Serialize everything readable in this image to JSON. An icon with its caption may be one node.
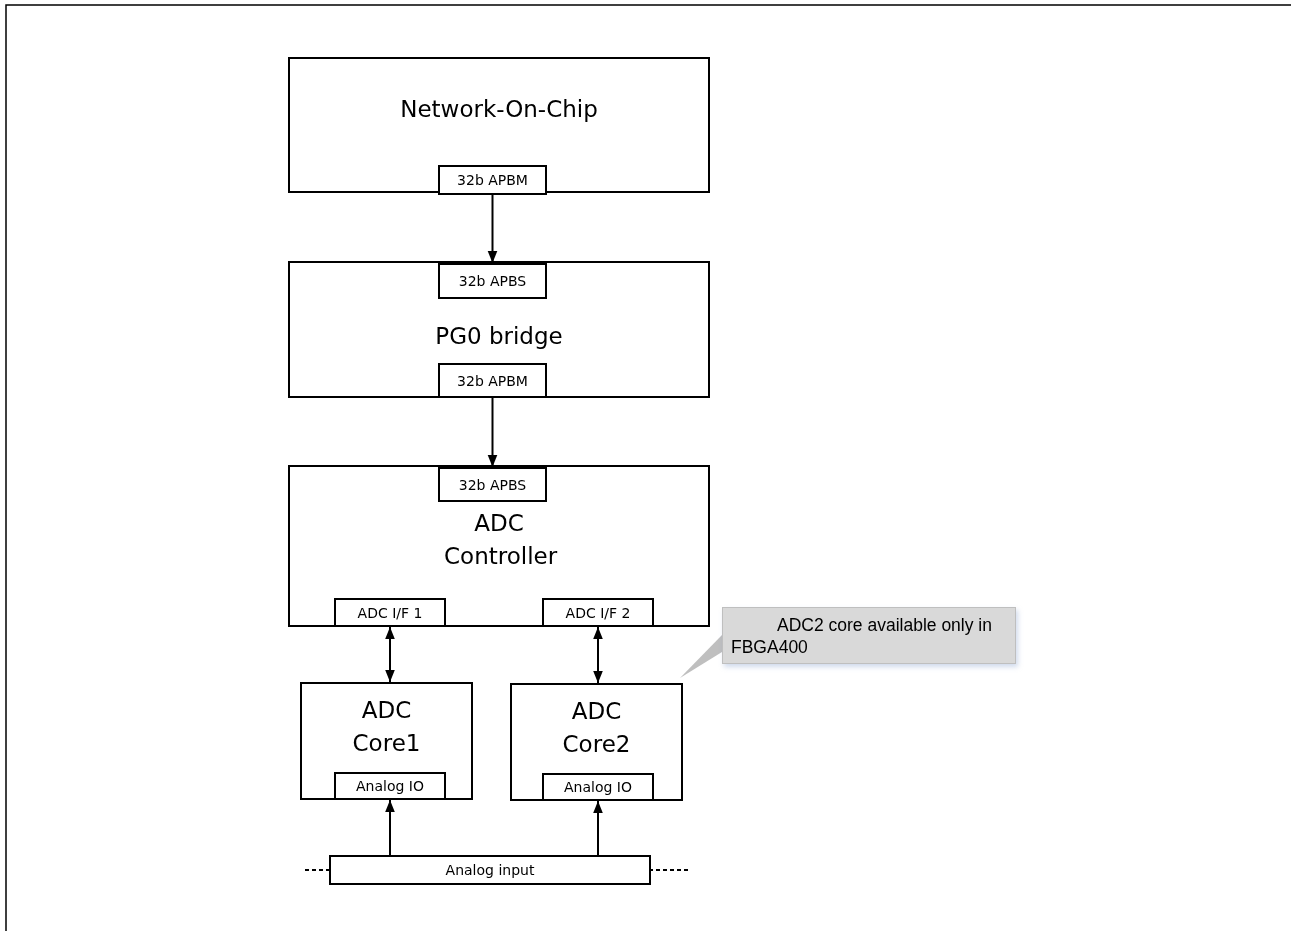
{
  "diagram": {
    "nodes": [
      {
        "text": [
          "Network-On-Chip"
        ]
      },
      {
        "text": [
          "32b APBM"
        ],
        "in": 0
      },
      {
        "text": [
          "PG0 bridge"
        ]
      },
      {
        "text": [
          "32b APBS"
        ],
        "in": 2
      },
      {
        "text": [
          "32b APBM"
        ],
        "in": 2
      },
      {
        "text": [
          "ADC Controller"
        ]
      },
      {
        "text": [
          "32b APBS"
        ],
        "in": 5
      },
      {
        "text": [
          "ADC I/F 1"
        ],
        "in": 5
      },
      {
        "text": [
          "ADC I/F 2"
        ],
        "in": 5
      },
      {
        "text": [
          "ADC Core1"
        ]
      },
      {
        "text": [
          "Analog IO"
        ],
        "in": 9
      },
      {
        "text": [
          "ADC Core2"
        ]
      },
      {
        "text": [
          "Analog IO"
        ],
        "in": 11
      },
      {
        "text": [
          "Analog input"
        ]
      },
      {
        "text": [
          "ADC2 core available only in FBGA400"
        ]
      }
    ],
    "edges": [
      {
        "from": 1,
        "to": 3,
        "arrow": "to"
      },
      {
        "from": 4,
        "to": 6,
        "arrow": "to"
      },
      {
        "from": 7,
        "to": 9,
        "arrow": "both"
      },
      {
        "from": 8,
        "to": 11,
        "arrow": "both"
      },
      {
        "from": 13,
        "to": 10,
        "arrow": "to"
      },
      {
        "from": 13,
        "to": 12,
        "arrow": "to"
      },
      {
        "from": null,
        "to": 13,
        "arrow": "none",
        "style": "dashed"
      },
      {
        "from": null,
        "to": 13,
        "arrow": "none",
        "style": "dashed"
      },
      {
        "from": 14,
        "to": 11,
        "arrow": "none",
        "color": "#bfbfbf"
      }
    ]
  }
}
